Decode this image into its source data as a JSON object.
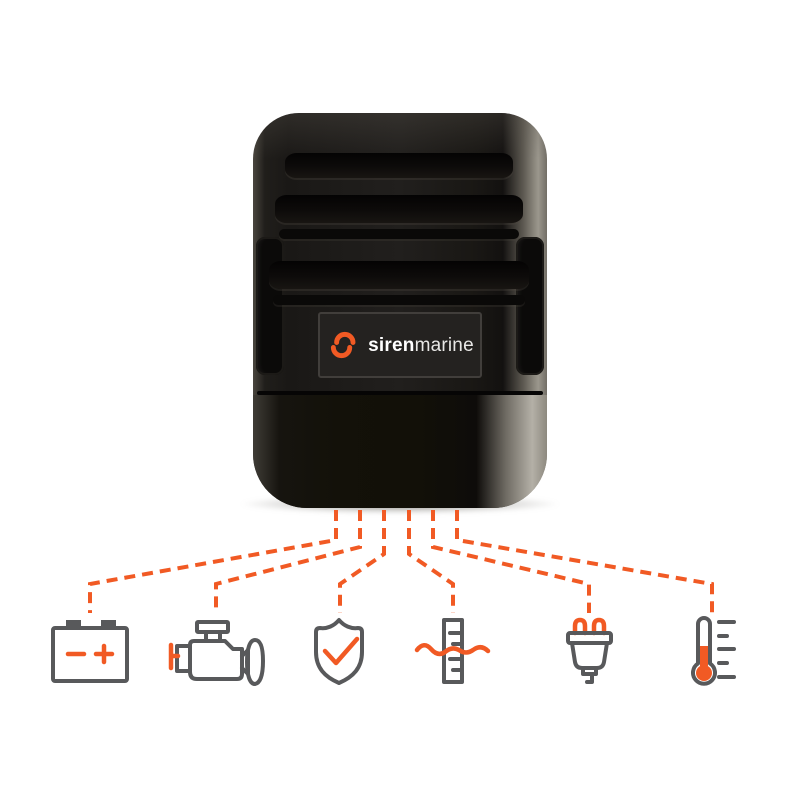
{
  "brand": {
    "logo_icon": "siren-wave-icon",
    "name_bold": "siren",
    "name_light": "marine"
  },
  "colors": {
    "accent_orange": "#F15A24",
    "icon_gray": "#58595B",
    "device_black": "#1B1917"
  },
  "connectors": {
    "count": 6,
    "style": "dashed"
  },
  "features": [
    {
      "name": "battery",
      "icon": "battery-icon"
    },
    {
      "name": "engine",
      "icon": "engine-icon"
    },
    {
      "name": "security",
      "icon": "shield-check-icon"
    },
    {
      "name": "water-level",
      "icon": "water-level-icon"
    },
    {
      "name": "shore-power",
      "icon": "power-plug-icon"
    },
    {
      "name": "temperature",
      "icon": "thermometer-icon"
    }
  ]
}
